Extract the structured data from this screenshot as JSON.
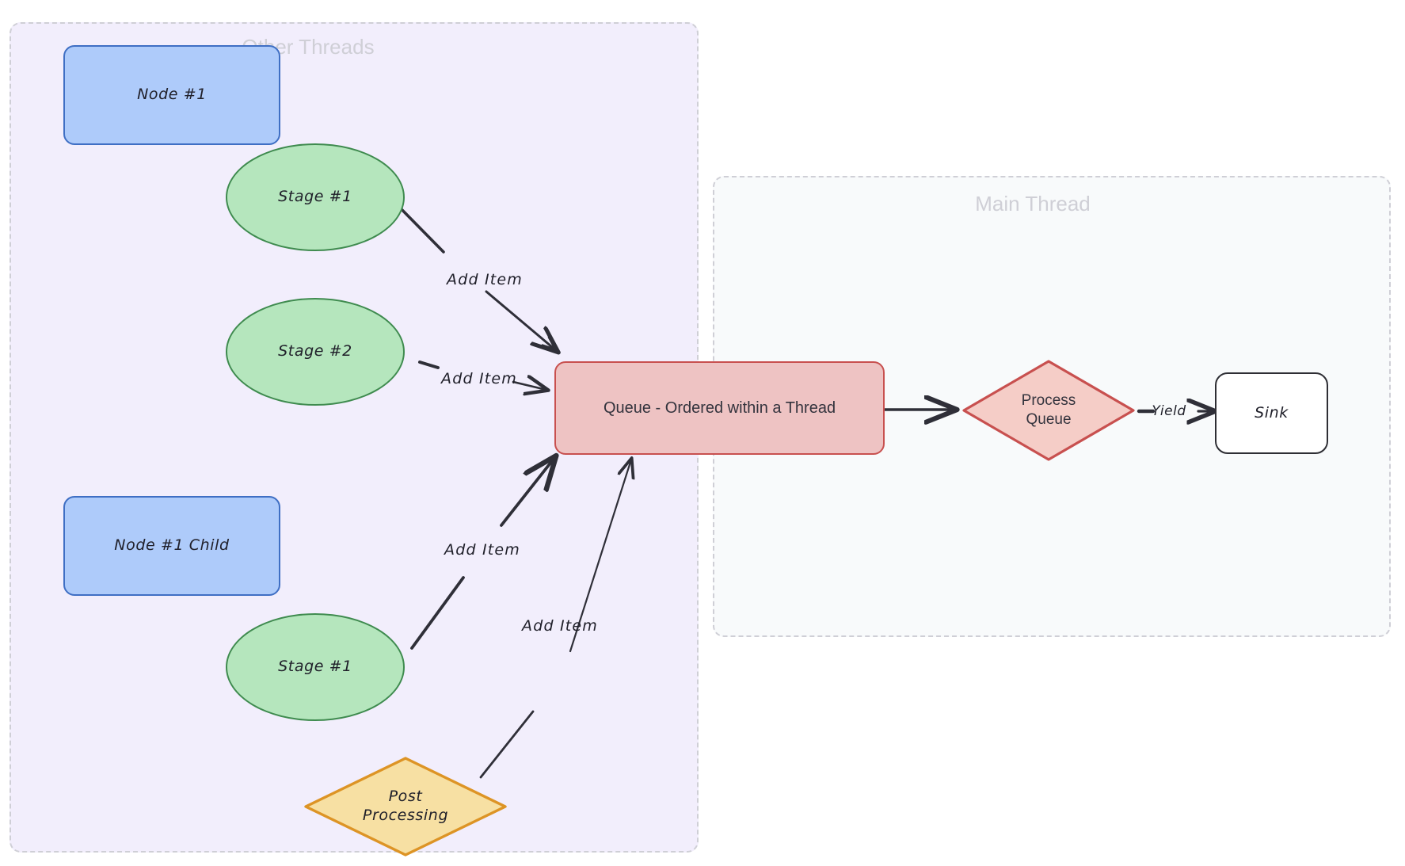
{
  "diagram": {
    "type": "flowchart",
    "clusters": [
      {
        "id": "other-threads",
        "title": "Other Threads",
        "fill": "#f2eefc",
        "border": "#cfcfd6",
        "title_color": "#cfcfd6"
      },
      {
        "id": "main-thread",
        "title": "Main Thread",
        "fill": "#f8fafb",
        "border": "#cfcfd6",
        "title_color": "#cfcfd6"
      }
    ],
    "nodes": [
      {
        "id": "node1",
        "label": "Node #1",
        "shape": "rounded-rect",
        "cluster": "other-threads",
        "fill": "#aecbfa",
        "stroke": "#3f6fc4"
      },
      {
        "id": "stage1-top",
        "label": "Stage #1",
        "shape": "ellipse",
        "cluster": "other-threads",
        "fill": "#b5e6bd",
        "stroke": "#3f8b4f"
      },
      {
        "id": "stage2",
        "label": "Stage #2",
        "shape": "ellipse",
        "cluster": "other-threads",
        "fill": "#b5e6bd",
        "stroke": "#3f8b4f"
      },
      {
        "id": "node1child",
        "label": "Node #1 Child",
        "shape": "rounded-rect",
        "cluster": "other-threads",
        "fill": "#aecbfa",
        "stroke": "#3f6fc4"
      },
      {
        "id": "stage1-bot",
        "label": "Stage #1",
        "shape": "ellipse",
        "cluster": "other-threads",
        "fill": "#b5e6bd",
        "stroke": "#3f8b4f"
      },
      {
        "id": "postproc",
        "label": "Post\nProcessing",
        "shape": "diamond",
        "cluster": "other-threads",
        "fill": "#f7e0a3",
        "stroke": "#dd9425"
      },
      {
        "id": "queue",
        "label": "Queue - Ordered within a Thread",
        "shape": "rounded-rect",
        "cluster": "straddles",
        "fill": "#eec3c3",
        "stroke": "#c8504f"
      },
      {
        "id": "processqueue",
        "label": "Process\nQueue",
        "shape": "diamond",
        "cluster": "main-thread",
        "fill": "#f5cdc7",
        "stroke": "#c8504f"
      },
      {
        "id": "sink",
        "label": "Sink",
        "shape": "rounded-rect",
        "cluster": "main-thread",
        "fill": "#ffffff",
        "stroke": "#2e2e34"
      }
    ],
    "edges": [
      {
        "id": "e1",
        "from": "stage1-top",
        "to": "queue",
        "label": "Add Item"
      },
      {
        "id": "e2",
        "from": "stage2",
        "to": "queue",
        "label": "Add Item"
      },
      {
        "id": "e3",
        "from": "stage1-bot",
        "to": "queue",
        "label": "Add Item"
      },
      {
        "id": "e4",
        "from": "postproc",
        "to": "queue",
        "label": "Add Item"
      },
      {
        "id": "e5",
        "from": "queue",
        "to": "processqueue",
        "label": ""
      },
      {
        "id": "e6",
        "from": "processqueue",
        "to": "sink",
        "label": "Yield"
      }
    ]
  },
  "labels": {
    "node1": "Node #1",
    "stage1_top": "Stage #1",
    "stage2": "Stage #2",
    "node1child": "Node #1 Child",
    "stage1_bot": "Stage #1",
    "postproc_line1": "Post",
    "postproc_line2": "Processing",
    "queue": "Queue - Ordered within a Thread",
    "processqueue_line1": "Process",
    "processqueue_line2": "Queue",
    "sink": "Sink",
    "cluster_other": "Other Threads",
    "cluster_main": "Main Thread",
    "edge_add_item_1": "Add Item",
    "edge_add_item_2": "Add Item",
    "edge_add_item_3": "Add Item",
    "edge_add_item_4": "Add Item",
    "edge_yield": "Yield"
  }
}
